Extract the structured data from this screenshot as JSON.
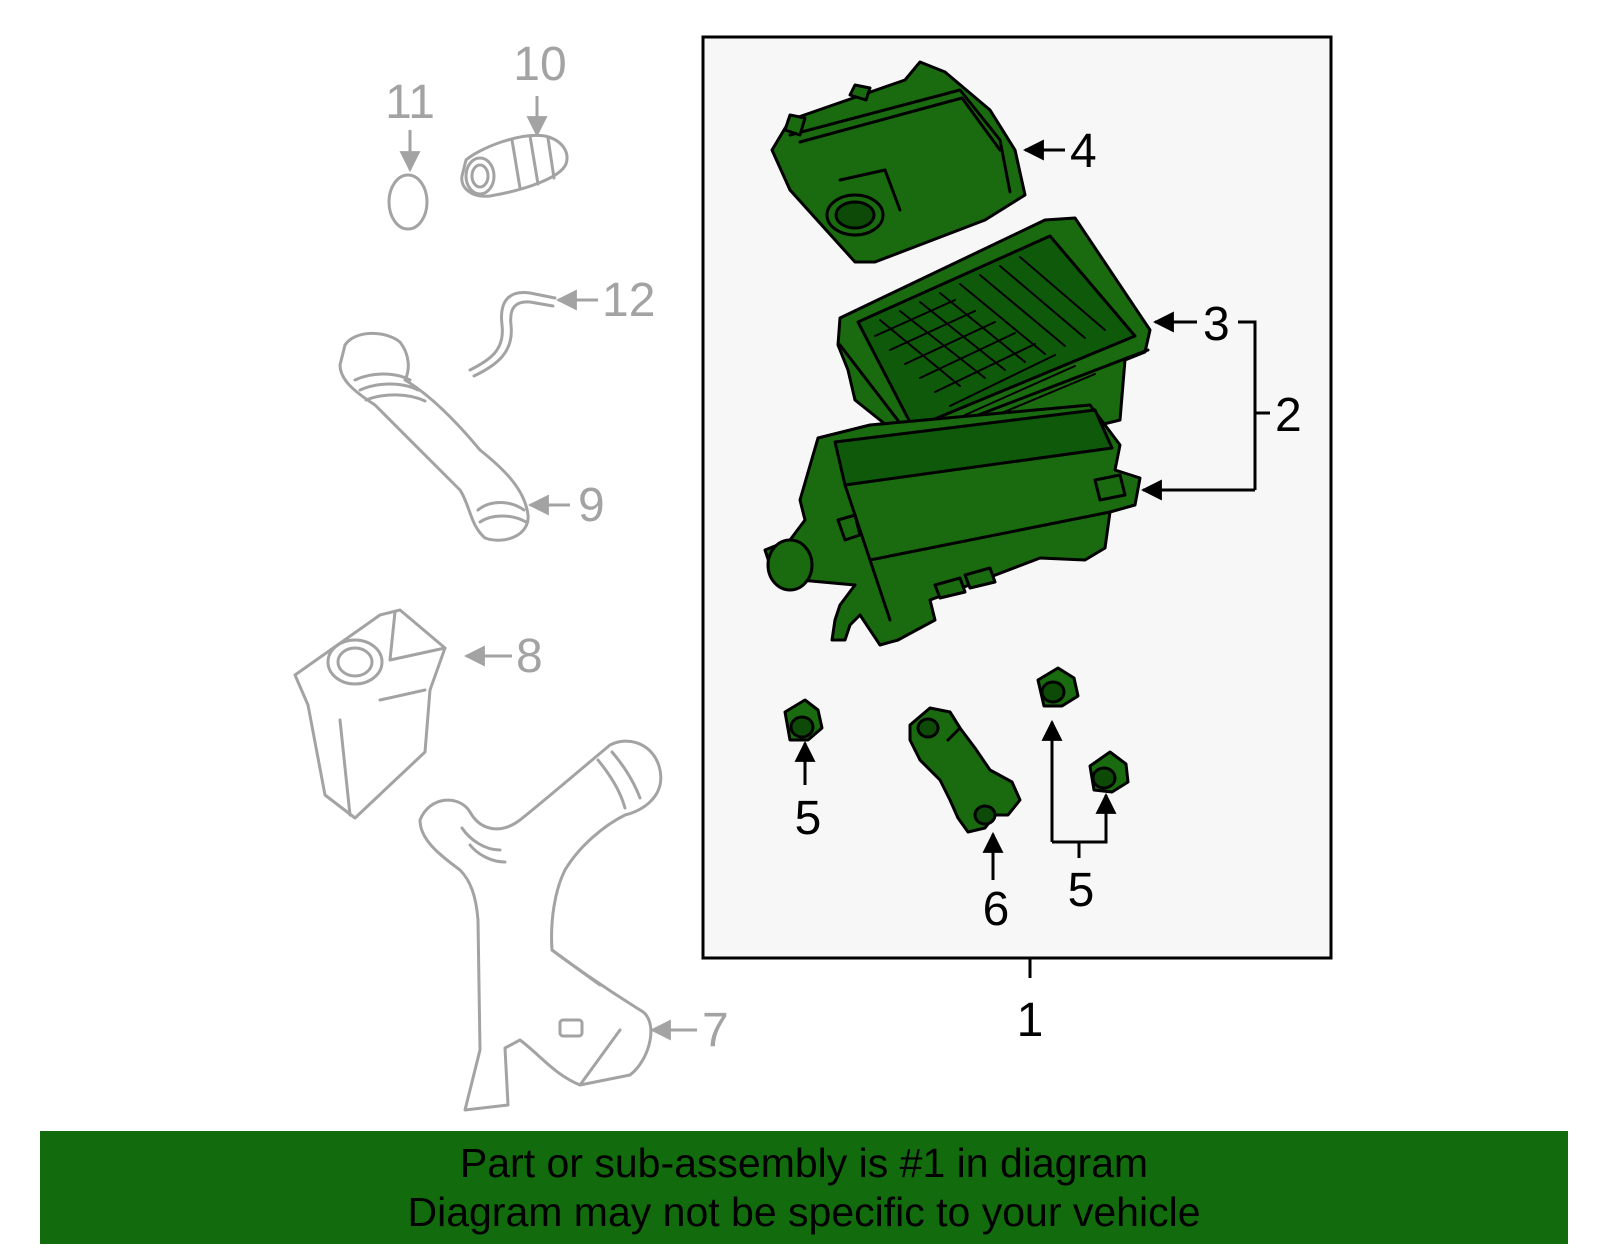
{
  "colors": {
    "part_fill": "#1a6b0f",
    "part_stroke": "#000000",
    "context_stroke": "#a3a3a3",
    "box_fill": "#f7f7f7",
    "banner_fill": "#126b0c"
  },
  "callouts": {
    "c1": "1",
    "c2": "2",
    "c3": "3",
    "c4": "4",
    "c5a": "5",
    "c5b": "5",
    "c6": "6",
    "c7": "7",
    "c8": "8",
    "c9": "9",
    "c10": "10",
    "c11": "11",
    "c12": "12"
  },
  "banner": {
    "line1": "Part or sub-assembly is #1 in diagram",
    "line2": "Diagram may not be specific to your vehicle"
  }
}
